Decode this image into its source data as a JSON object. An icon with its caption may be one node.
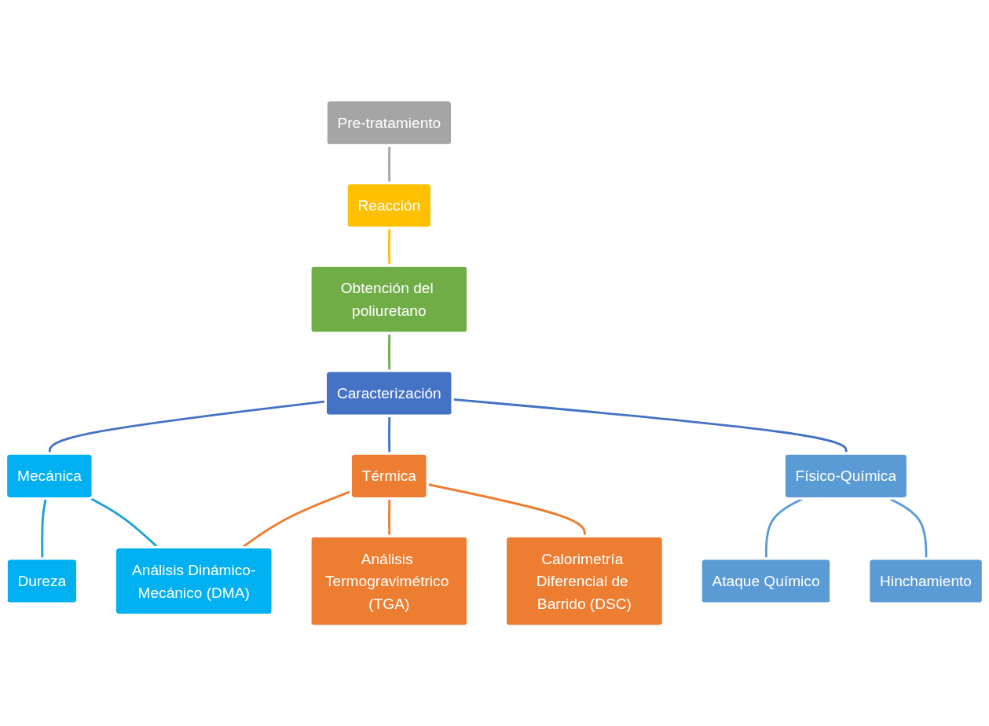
{
  "diagram": {
    "nodes": [
      {
        "text": [
          "Pre-tratamiento"
        ]
      },
      {
        "text": [
          "Reacción"
        ]
      },
      {
        "text": [
          "Obtención del poliuretano"
        ]
      },
      {
        "text": [
          "Caracterización"
        ]
      },
      {
        "text": [
          "Mecánica"
        ]
      },
      {
        "text": [
          "Dureza"
        ]
      },
      {
        "text": [
          "Análisis Dinámico-Mecánico (DMA)"
        ]
      },
      {
        "text": [
          "Térmica"
        ]
      },
      {
        "text": [
          "Análisis Termogravimétrico (TGA)"
        ]
      },
      {
        "text": [
          "Calorimetría Diferencial de Barrido (DSC)"
        ]
      },
      {
        "text": [
          "Físico-Química"
        ]
      },
      {
        "text": [
          "Ataque Químico"
        ]
      },
      {
        "text": [
          "Hinchamiento"
        ]
      }
    ],
    "edges": [
      {
        "from": 0,
        "to": 1,
        "arrow": "none",
        "color": "#a5a5a5"
      },
      {
        "from": 1,
        "to": 2,
        "arrow": "none",
        "color": "#ffc000"
      },
      {
        "from": 2,
        "to": 3,
        "arrow": "none",
        "color": "#70ad47"
      },
      {
        "from": 3,
        "to": 4,
        "arrow": "none",
        "color": "#4472c4"
      },
      {
        "from": 3,
        "to": 7,
        "arrow": "none",
        "color": "#4472c4"
      },
      {
        "from": 3,
        "to": 10,
        "arrow": "none",
        "color": "#4472c4"
      },
      {
        "from": 4,
        "to": 5,
        "arrow": "none",
        "color": "#1ba1d8"
      },
      {
        "from": 4,
        "to": 6,
        "arrow": "none",
        "color": "#1ba1d8"
      },
      {
        "from": 7,
        "to": 8,
        "arrow": "none",
        "color": "#ed7d31"
      },
      {
        "from": 7,
        "to": 9,
        "arrow": "none",
        "color": "#ed7d31"
      },
      {
        "from": 7,
        "to": 6,
        "arrow": "none",
        "color": "#ed7d31"
      },
      {
        "from": 10,
        "to": 11,
        "arrow": "none",
        "color": "#5b9bd5"
      },
      {
        "from": 10,
        "to": 12,
        "arrow": "none",
        "color": "#5b9bd5"
      }
    ]
  }
}
